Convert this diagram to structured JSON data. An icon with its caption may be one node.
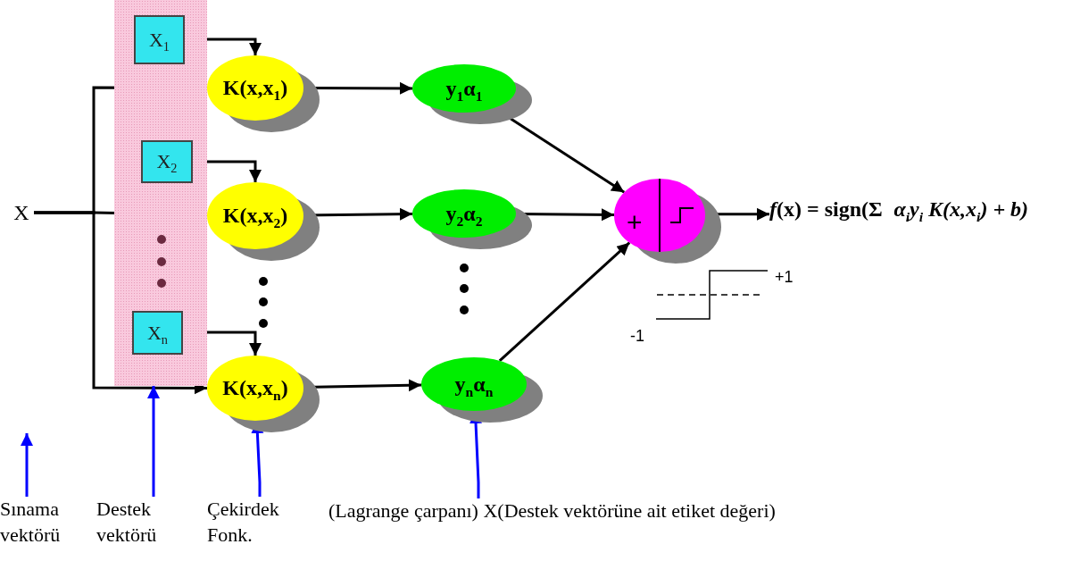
{
  "diagram": {
    "nodes": [
      {
        "text": [
          "X"
        ]
      },
      {
        "text": [],
        "shape": "bar"
      },
      {
        "text": [
          "X$_{1}$"
        ],
        "in": 1
      },
      {
        "text": [
          "K(x,x$_{1}$)"
        ]
      },
      {
        "text": [
          "y$_{1}$α$_{1}$"
        ]
      },
      {
        "text": [
          "X$_{2}$"
        ],
        "in": 1
      },
      {
        "text": [
          "K(x,x$_{2}$)"
        ]
      },
      {
        "text": [
          "y$_{2}$α$_{2}$"
        ]
      },
      {
        "text": [
          "X$_{n}$"
        ],
        "in": 1
      },
      {
        "text": [
          "K(x,x$_{n}$)"
        ]
      },
      {
        "text": [
          "y$_{n}$α$_{n}$"
        ]
      },
      {
        "text": [
          "+"
        ]
      },
      {
        "text": [
          "*f*(x) = sign(Σ *α$_{i}$y$_{i}$ K(x,x$_{i}$) + b)*"
        ]
      },
      {
        "text": [
          "Sınama vektörü"
        ]
      },
      {
        "text": [
          "Destek vektörü"
        ]
      },
      {
        "text": [
          "Çekirdek Fonk."
        ]
      },
      {
        "text": [
          "(Lagrange çarpanı) X(Destek vektörüne ait etiket değeri)"
        ]
      }
    ],
    "edges": [
      {
        "from": 0,
        "to": 3,
        "arrow": "to"
      },
      {
        "from": 0,
        "to": 6,
        "arrow": "to"
      },
      {
        "from": 0,
        "to": 9,
        "arrow": "to"
      },
      {
        "from": 2,
        "to": 3,
        "arrow": "to"
      },
      {
        "from": 5,
        "to": 6,
        "arrow": "to"
      },
      {
        "from": 8,
        "to": 9,
        "arrow": "to"
      },
      {
        "from": 3,
        "to": 4,
        "arrow": "to"
      },
      {
        "from": 6,
        "to": 7,
        "arrow": "to"
      },
      {
        "from": 9,
        "to": 10,
        "arrow": "to"
      },
      {
        "from": 4,
        "to": 11,
        "arrow": "to"
      },
      {
        "from": 7,
        "to": 11,
        "arrow": "to"
      },
      {
        "from": 10,
        "to": 11,
        "arrow": "to"
      },
      {
        "from": 11,
        "to": 12,
        "arrow": "to"
      },
      {
        "from": 13,
        "to": null,
        "arrow": "to",
        "color": "#0000ff"
      },
      {
        "from": 14,
        "to": 1,
        "arrow": "to",
        "color": "#0000ff"
      },
      {
        "from": 15,
        "to": 9,
        "arrow": "to",
        "color": "#0000ff"
      },
      {
        "from": 16,
        "to": 10,
        "arrow": "to",
        "color": "#0000ff"
      }
    ],
    "labels": [
      "+1",
      "-1"
    ]
  }
}
